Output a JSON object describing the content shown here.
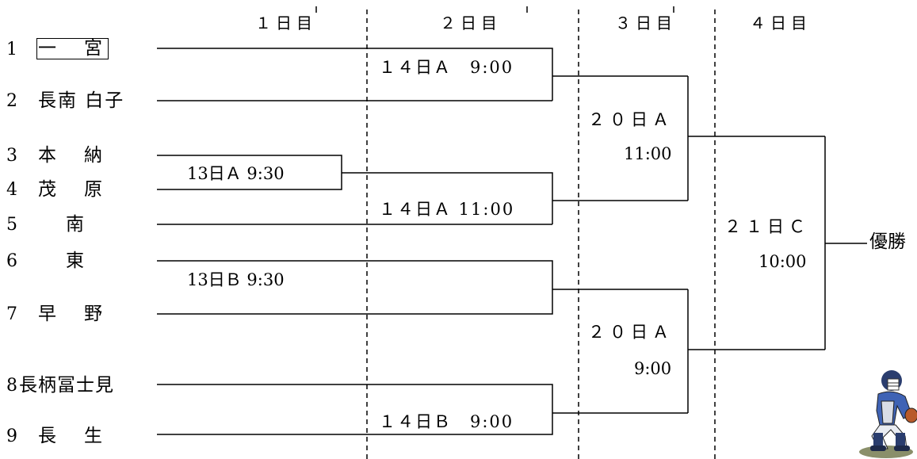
{
  "days": [
    "１日目",
    "２日目",
    "３日目",
    "４日目"
  ],
  "teams": [
    {
      "no": "1",
      "name": "一　宮"
    },
    {
      "no": "2",
      "name": "長南 白子"
    },
    {
      "no": "3",
      "name": "本　納"
    },
    {
      "no": "4",
      "name": "茂　原"
    },
    {
      "no": "5",
      "name": "　南"
    },
    {
      "no": "6",
      "name": "　東"
    },
    {
      "no": "7",
      "name": "早　野"
    },
    {
      "no": "8",
      "name": "長柄冨士見"
    },
    {
      "no": "9",
      "name": "長　生"
    }
  ],
  "matches": {
    "m13a": "13日Ａ 9:30",
    "m13b": "13日Ｂ 9:30",
    "m14a1": "１４日Ａ　9:00",
    "m14a2": "１４日Ａ 11:00",
    "m14b": "１４日Ｂ　9:00",
    "m20a_top": {
      "date": "２０日Ａ",
      "time": "11:00"
    },
    "m20a_bottom": {
      "date": "２０日Ａ",
      "time": "9:00"
    },
    "m21c": {
      "date": "２１日Ｃ",
      "time": "10:00"
    }
  },
  "champion": "優勝",
  "icons": {
    "mascot": "baseball-catcher-icon"
  }
}
